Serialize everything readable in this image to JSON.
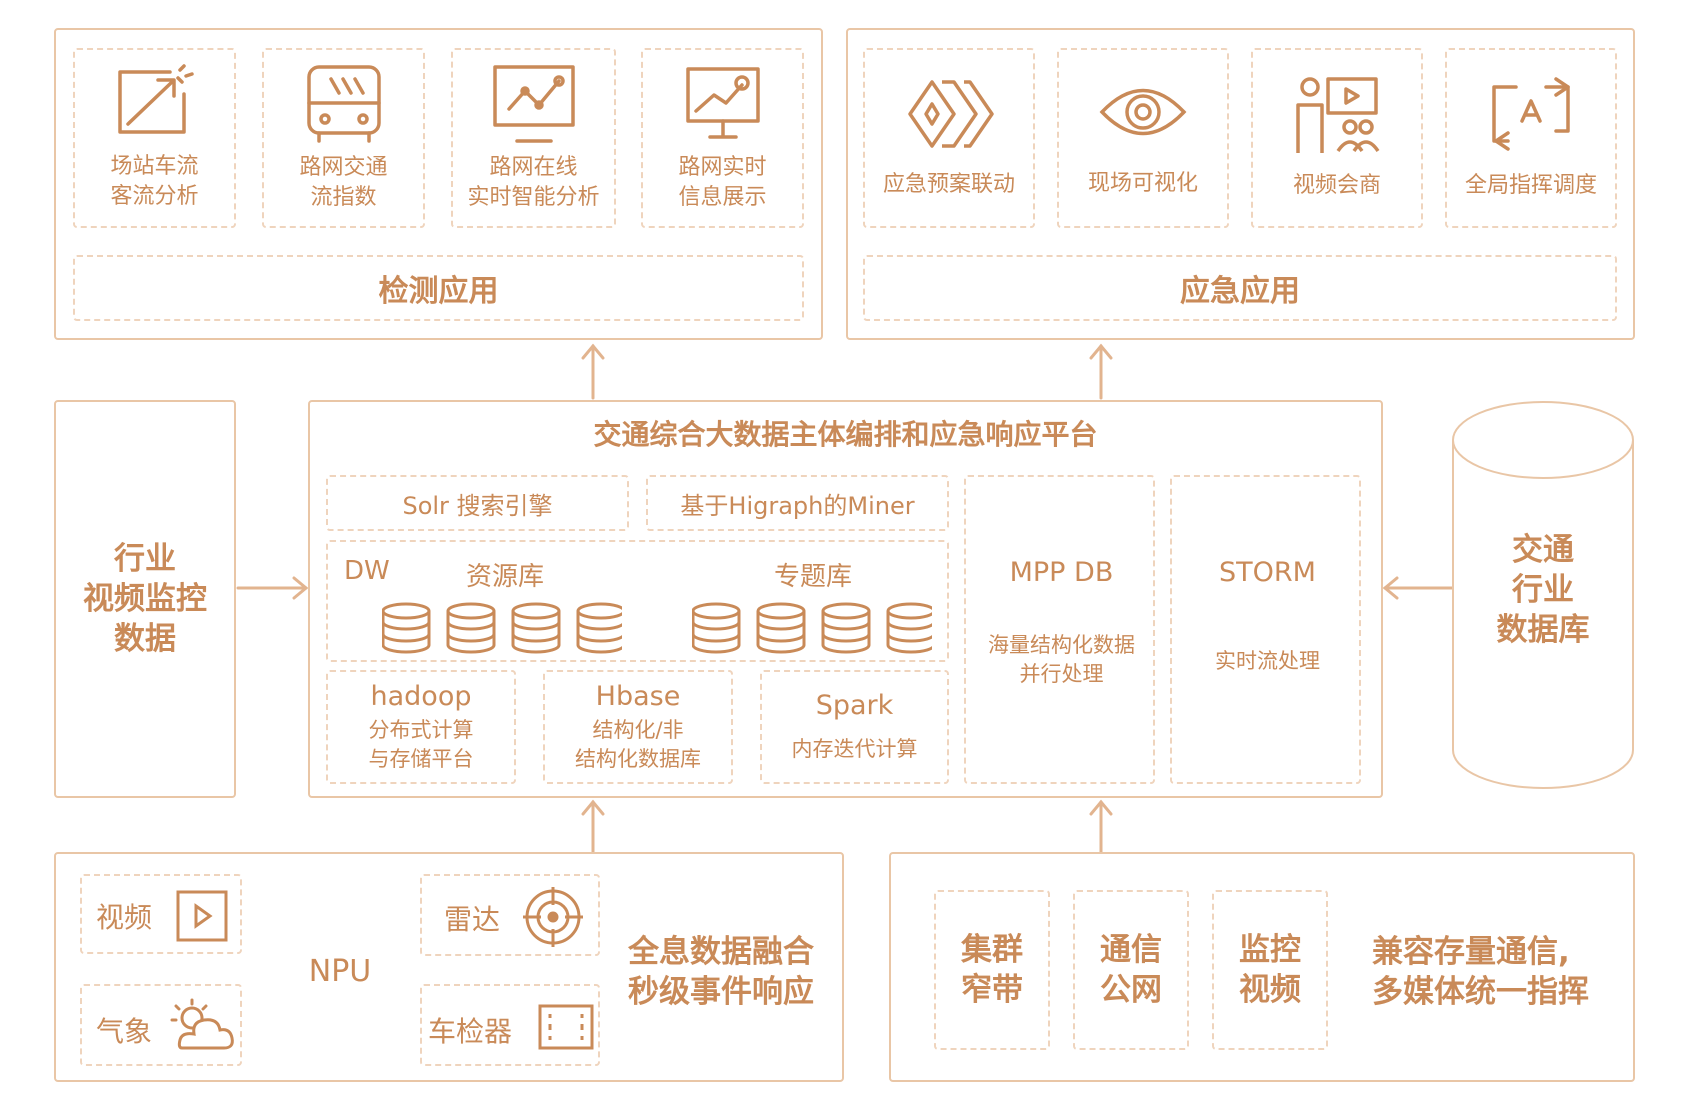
{
  "top_left": {
    "tiles": [
      {
        "label": "场站车流\n客流分析",
        "icon": "chart-arrow-icon"
      },
      {
        "label": "路网交通\n流指数",
        "icon": "bus-icon"
      },
      {
        "label": "路网在线\n实时智能分析",
        "icon": "monitor-line-chart-icon"
      },
      {
        "label": "路网实时\n信息展示",
        "icon": "presentation-chart-icon"
      }
    ],
    "title": "检测应用"
  },
  "top_right": {
    "tiles": [
      {
        "label": "应急预案联动",
        "icon": "linkage-chevrons-icon"
      },
      {
        "label": "现场可视化",
        "icon": "eye-icon"
      },
      {
        "label": "视频会商",
        "icon": "video-meeting-icon"
      },
      {
        "label": "全局指挥调度",
        "icon": "dispatch-screen-icon"
      }
    ],
    "title": "应急应用"
  },
  "left_source": "行业\n视频监控\n数据",
  "right_source": "交通\n行业\n数据库",
  "platform": {
    "title": "交通综合大数据主体编排和应急响应平台",
    "solr": "Solr 搜索引擎",
    "miner": "基于Higraph的Miner",
    "dw": "DW",
    "resource_lib": "资源库",
    "topic_lib": "专题库",
    "hadoop": {
      "name": "hadoop",
      "desc": "分布式计算\n与存储平台"
    },
    "hbase": {
      "name": "Hbase",
      "desc": "结构化/非\n结构化数据库"
    },
    "spark": {
      "name": "Spark",
      "desc": "内存迭代计算"
    },
    "mpp": {
      "name": "MPP DB",
      "desc": "海量结构化数据\n并行处理"
    },
    "storm": {
      "name": "STORM",
      "desc": "实时流处理"
    }
  },
  "bottom_left": {
    "video": "视频",
    "weather": "气象",
    "radar": "雷达",
    "detector": "车检器",
    "npu": "NPU",
    "caption": "全息数据融合\n秒级事件响应"
  },
  "bottom_right": {
    "items": [
      "集群\n窄带",
      "通信\n公网",
      "监控\n视频"
    ],
    "caption": "兼容存量通信,\n多媒体统一指挥"
  }
}
